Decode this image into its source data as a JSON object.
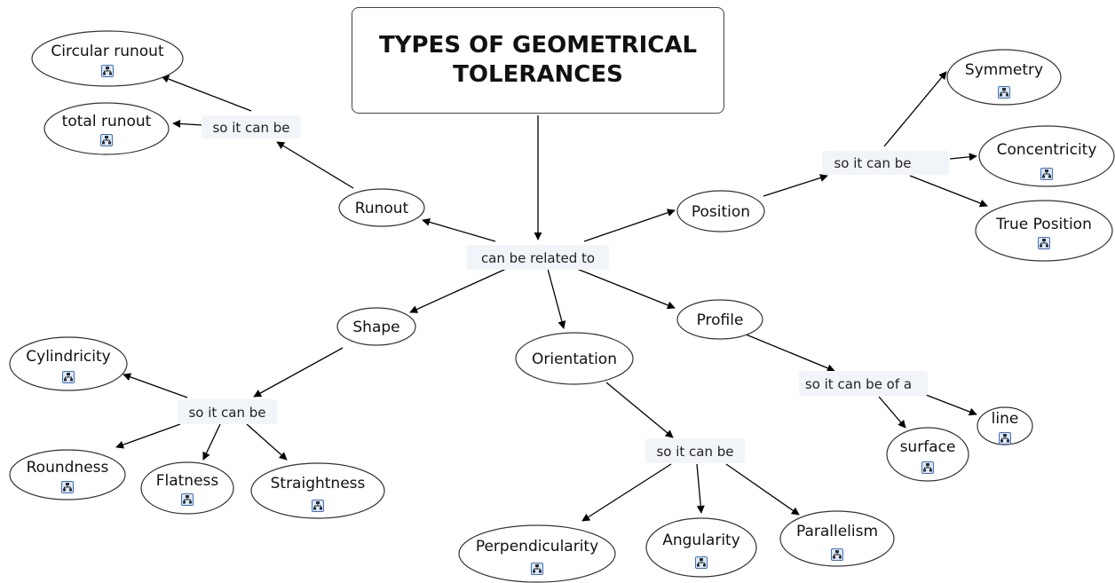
{
  "title": "TYPES OF GEOMETRICAL\nTOLERANCES",
  "links": {
    "related": "can be related to",
    "runout": "so it can be",
    "position": "so it can be",
    "shape": "so it can be",
    "orientation": "so it can be",
    "profile": "so it can be of a"
  },
  "concepts": {
    "runout": "Runout",
    "position": "Position",
    "shape": "Shape",
    "orientation": "Orientation",
    "profile": "Profile",
    "circular_runout": "Circular runout",
    "total_runout": "total runout",
    "symmetry": "Symmetry",
    "concentricity": "Concentricity",
    "true_position": "True Position",
    "cylindricity": "Cylindricity",
    "roundness": "Roundness",
    "flatness": "Flatness",
    "straightness": "Straightness",
    "perpendicularity": "Perpendicularity",
    "angularity": "Angularity",
    "parallelism": "Parallelism",
    "surface": "surface",
    "line": "line"
  },
  "icon": "concept-map-icon"
}
